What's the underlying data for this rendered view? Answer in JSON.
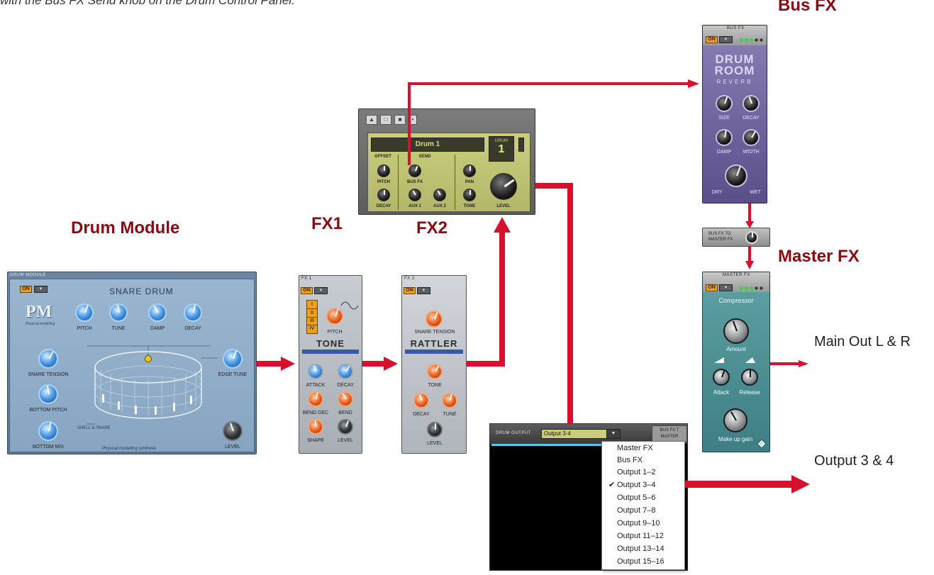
{
  "intro_fragment": "with the Bus FX Send knob on the Drum Control Panel.",
  "section_labels": {
    "drum_module": "Drum Module",
    "fx1": "FX1",
    "fx2": "FX2",
    "bus_fx": "Bus FX",
    "master_fx": "Master FX"
  },
  "output_labels": {
    "main": "Main Out L & R",
    "aux": "Output 3 & 4"
  },
  "drum_module": {
    "title": "DRUM  MODULE",
    "on": "ON",
    "name": "SNARE DRUM",
    "logo": "PM",
    "logo_sub": "Physical modelling",
    "knobs": [
      "PITCH",
      "TUNE",
      "DAMP",
      "DECAY",
      "SNARE TENSION",
      "BOTTOM  PITCH",
      "BOTTOM MIX",
      "EDGE TUNE",
      "LEVEL"
    ],
    "shell_label": "SHELL & SNARE",
    "footer": "Physical modelling synthesis"
  },
  "fx1": {
    "title": "FX 1",
    "on": "ON",
    "switches": [
      "I",
      "II",
      "III",
      "IV"
    ],
    "pitch": "PITCH",
    "name": "TONE",
    "knobs": [
      "ATTACK",
      "DECAY",
      "BEND DEC",
      "BEND",
      "SHAPE",
      "LEVEL"
    ]
  },
  "fx2": {
    "title": "FX 2",
    "on": "ON",
    "top_knob": "SNARE TENSION",
    "name": "RATTLER",
    "knobs": [
      "TONE",
      "DECAY",
      "TUNE",
      "LEVEL"
    ]
  },
  "drum_control": {
    "patch": "Drum 1",
    "drum_label": "DRUM",
    "drum_number": "1",
    "offset": "OFFSET",
    "send": "SEND",
    "knobs": {
      "pitch": "PITCH",
      "bus_fx": "BUS FX",
      "pan": "PAN",
      "decay": "DECAY",
      "aux1": "AUX 1",
      "aux2": "AUX 2",
      "tone": "TONE",
      "level": "LEVEL"
    }
  },
  "bus_fx": {
    "title": "BUS FX",
    "on": "ON",
    "name_line1": "DRUM",
    "name_line2": "ROOM",
    "name_line3": "REVERB",
    "knobs": [
      "SIZE",
      "DECAY",
      "DAMP",
      "WIDTH"
    ],
    "dry": "DRY",
    "wet": "WET"
  },
  "bus_to_master": {
    "label_line1": "BUS FX TO",
    "label_line2": "MASTER FX"
  },
  "master_fx": {
    "title": "MASTER FX",
    "on": "ON",
    "name": "Compressor",
    "knobs": {
      "amount": "Amount",
      "attack": "Attack",
      "release": "Release",
      "makeup": "Make up gain"
    }
  },
  "drum_output": {
    "label": "DRUM OUTPUT",
    "selected": "Output 3-4",
    "stub_line1": "BUS FX T",
    "stub_line2": "MASTER",
    "options": [
      "Master FX",
      "Bus FX",
      "Output 1–2",
      "Output 3–4",
      "Output 5–6",
      "Output 7–8",
      "Output 9–10",
      "Output 11–12",
      "Output 13–14",
      "Output 15–16"
    ],
    "checked_index": 3
  },
  "colors": {
    "cable": "#d8102b",
    "section_label": "#8b0a12"
  }
}
